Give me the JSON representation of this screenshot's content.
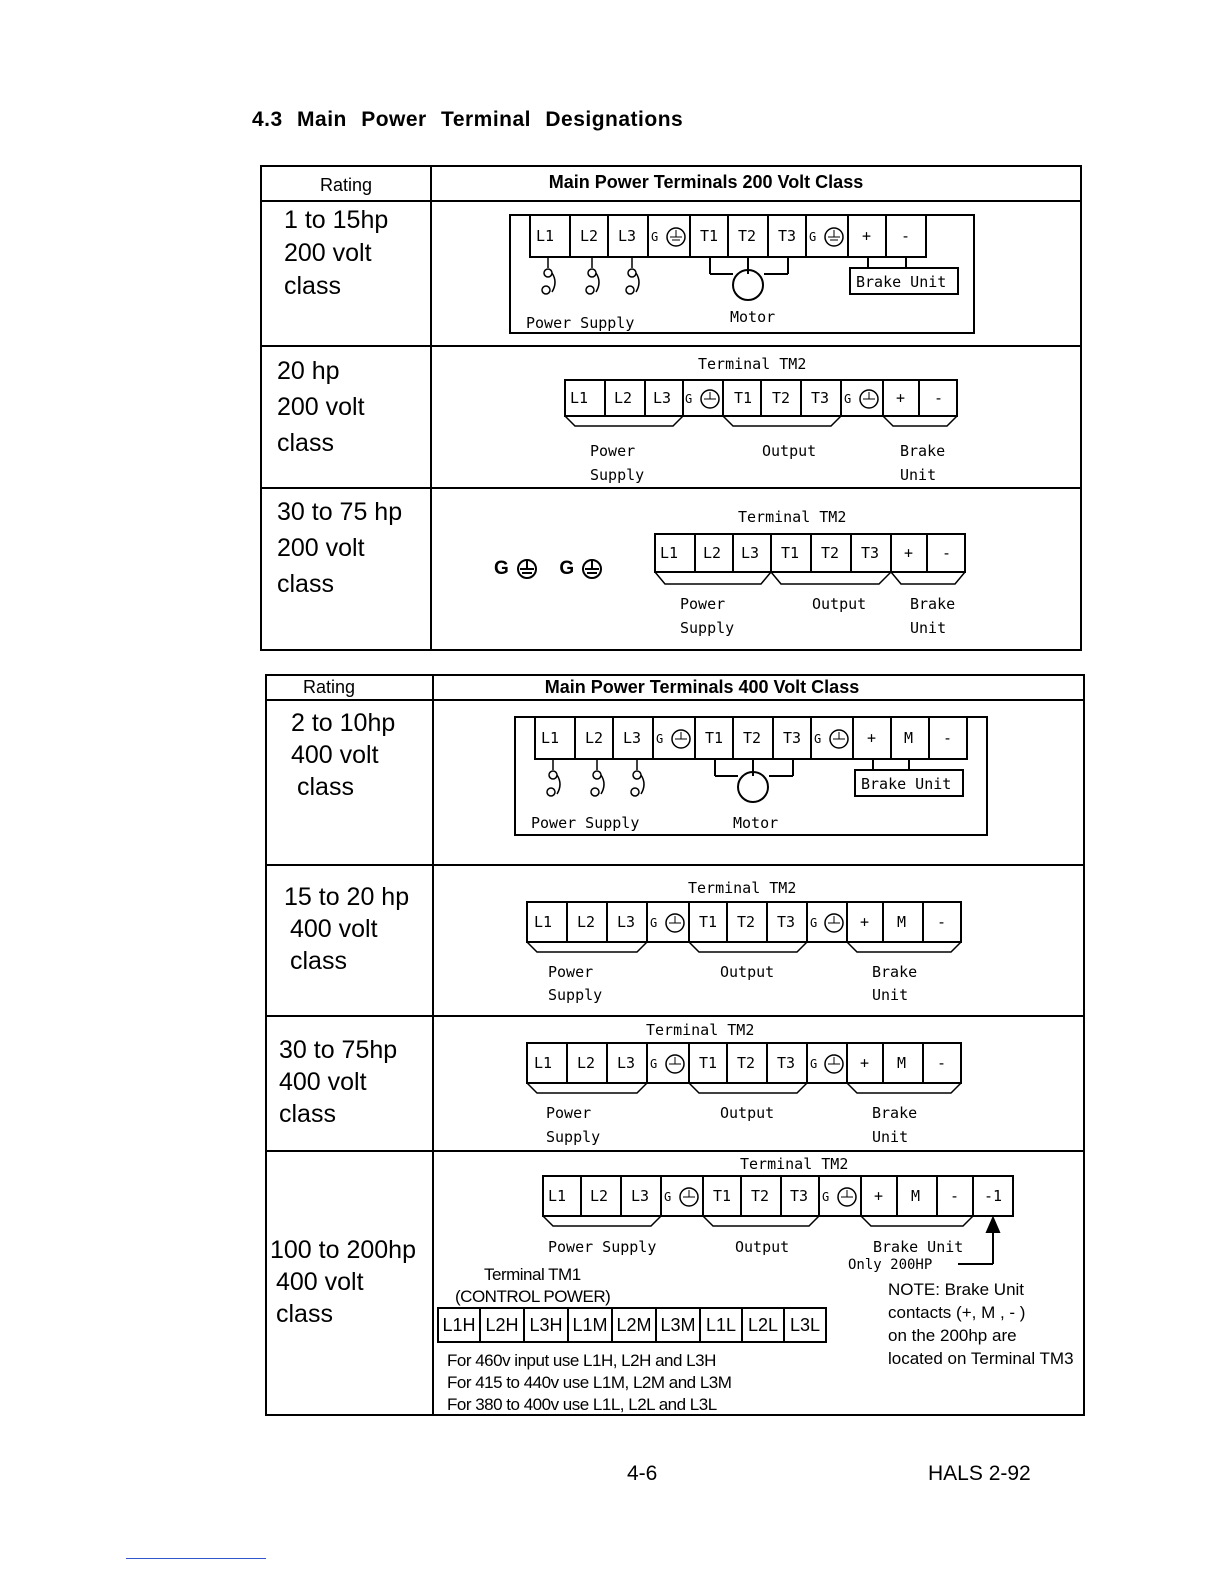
{
  "section_title": "4.3 Main Power Terminal Designations",
  "table200": {
    "col_rating": "Rating",
    "col_terminals": "Main Power Terminals 200 Volt Class",
    "rows": [
      {
        "rating": [
          "1 to 15hp",
          "200 volt",
          "class"
        ]
      },
      {
        "rating": [
          "20 hp",
          "200 volt",
          "class"
        ]
      },
      {
        "rating": [
          "30 to 75 hp",
          "200 volt",
          "class"
        ]
      }
    ]
  },
  "table400": {
    "col_rating": "Rating",
    "col_terminals": "Main Power Terminals 400 Volt Class",
    "rows": [
      {
        "rating": [
          "2 to 10hp",
          "400 volt",
          "class"
        ]
      },
      {
        "rating": [
          "15 to 20 hp",
          "400 volt",
          "class"
        ]
      },
      {
        "rating": [
          "30 to 75hp",
          "400 volt",
          "class"
        ]
      },
      {
        "rating": [
          "100 to 200hp",
          "400 volt",
          "class"
        ]
      }
    ]
  },
  "terminals": {
    "t_l1": "L1",
    "t_l2": "L2",
    "t_l3": "L3",
    "t_g": "G",
    "t_t1": "T1",
    "t_t2": "T2",
    "t_t3": "T3",
    "t_plus": "+",
    "t_minus": "-",
    "t_m": "M",
    "t_neg1": "-1",
    "brake_unit_box": "Brake Unit",
    "power_supply": "Power Supply",
    "motor": "Motor",
    "terminal_tm2": "Terminal TM2",
    "power": "Power",
    "supply": "Supply",
    "output": "Output",
    "brake": "Brake",
    "unit": "Unit",
    "only_200hp": "Only 200HP"
  },
  "tm1": {
    "title": "Terminal TM1",
    "subtitle": "(CONTROL POWER)",
    "cells": [
      "L1H",
      "L2H",
      "L3H",
      "L1M",
      "L2M",
      "L3M",
      "L1L",
      "L2L",
      "L3L"
    ],
    "usage": [
      "For 460v input use L1H, L2H and L3H",
      "For 415 to 440v use L1M, L2M  and L3M",
      "For 380 to 400v use L1L, L2L  and L3L"
    ]
  },
  "note": [
    "NOTE:  Brake Unit",
    "contacts (+, M , - )",
    "on the 200hp are",
    "located on Terminal TM3"
  ],
  "footer": {
    "page": "4-6",
    "doc": "HALS 2-92"
  }
}
